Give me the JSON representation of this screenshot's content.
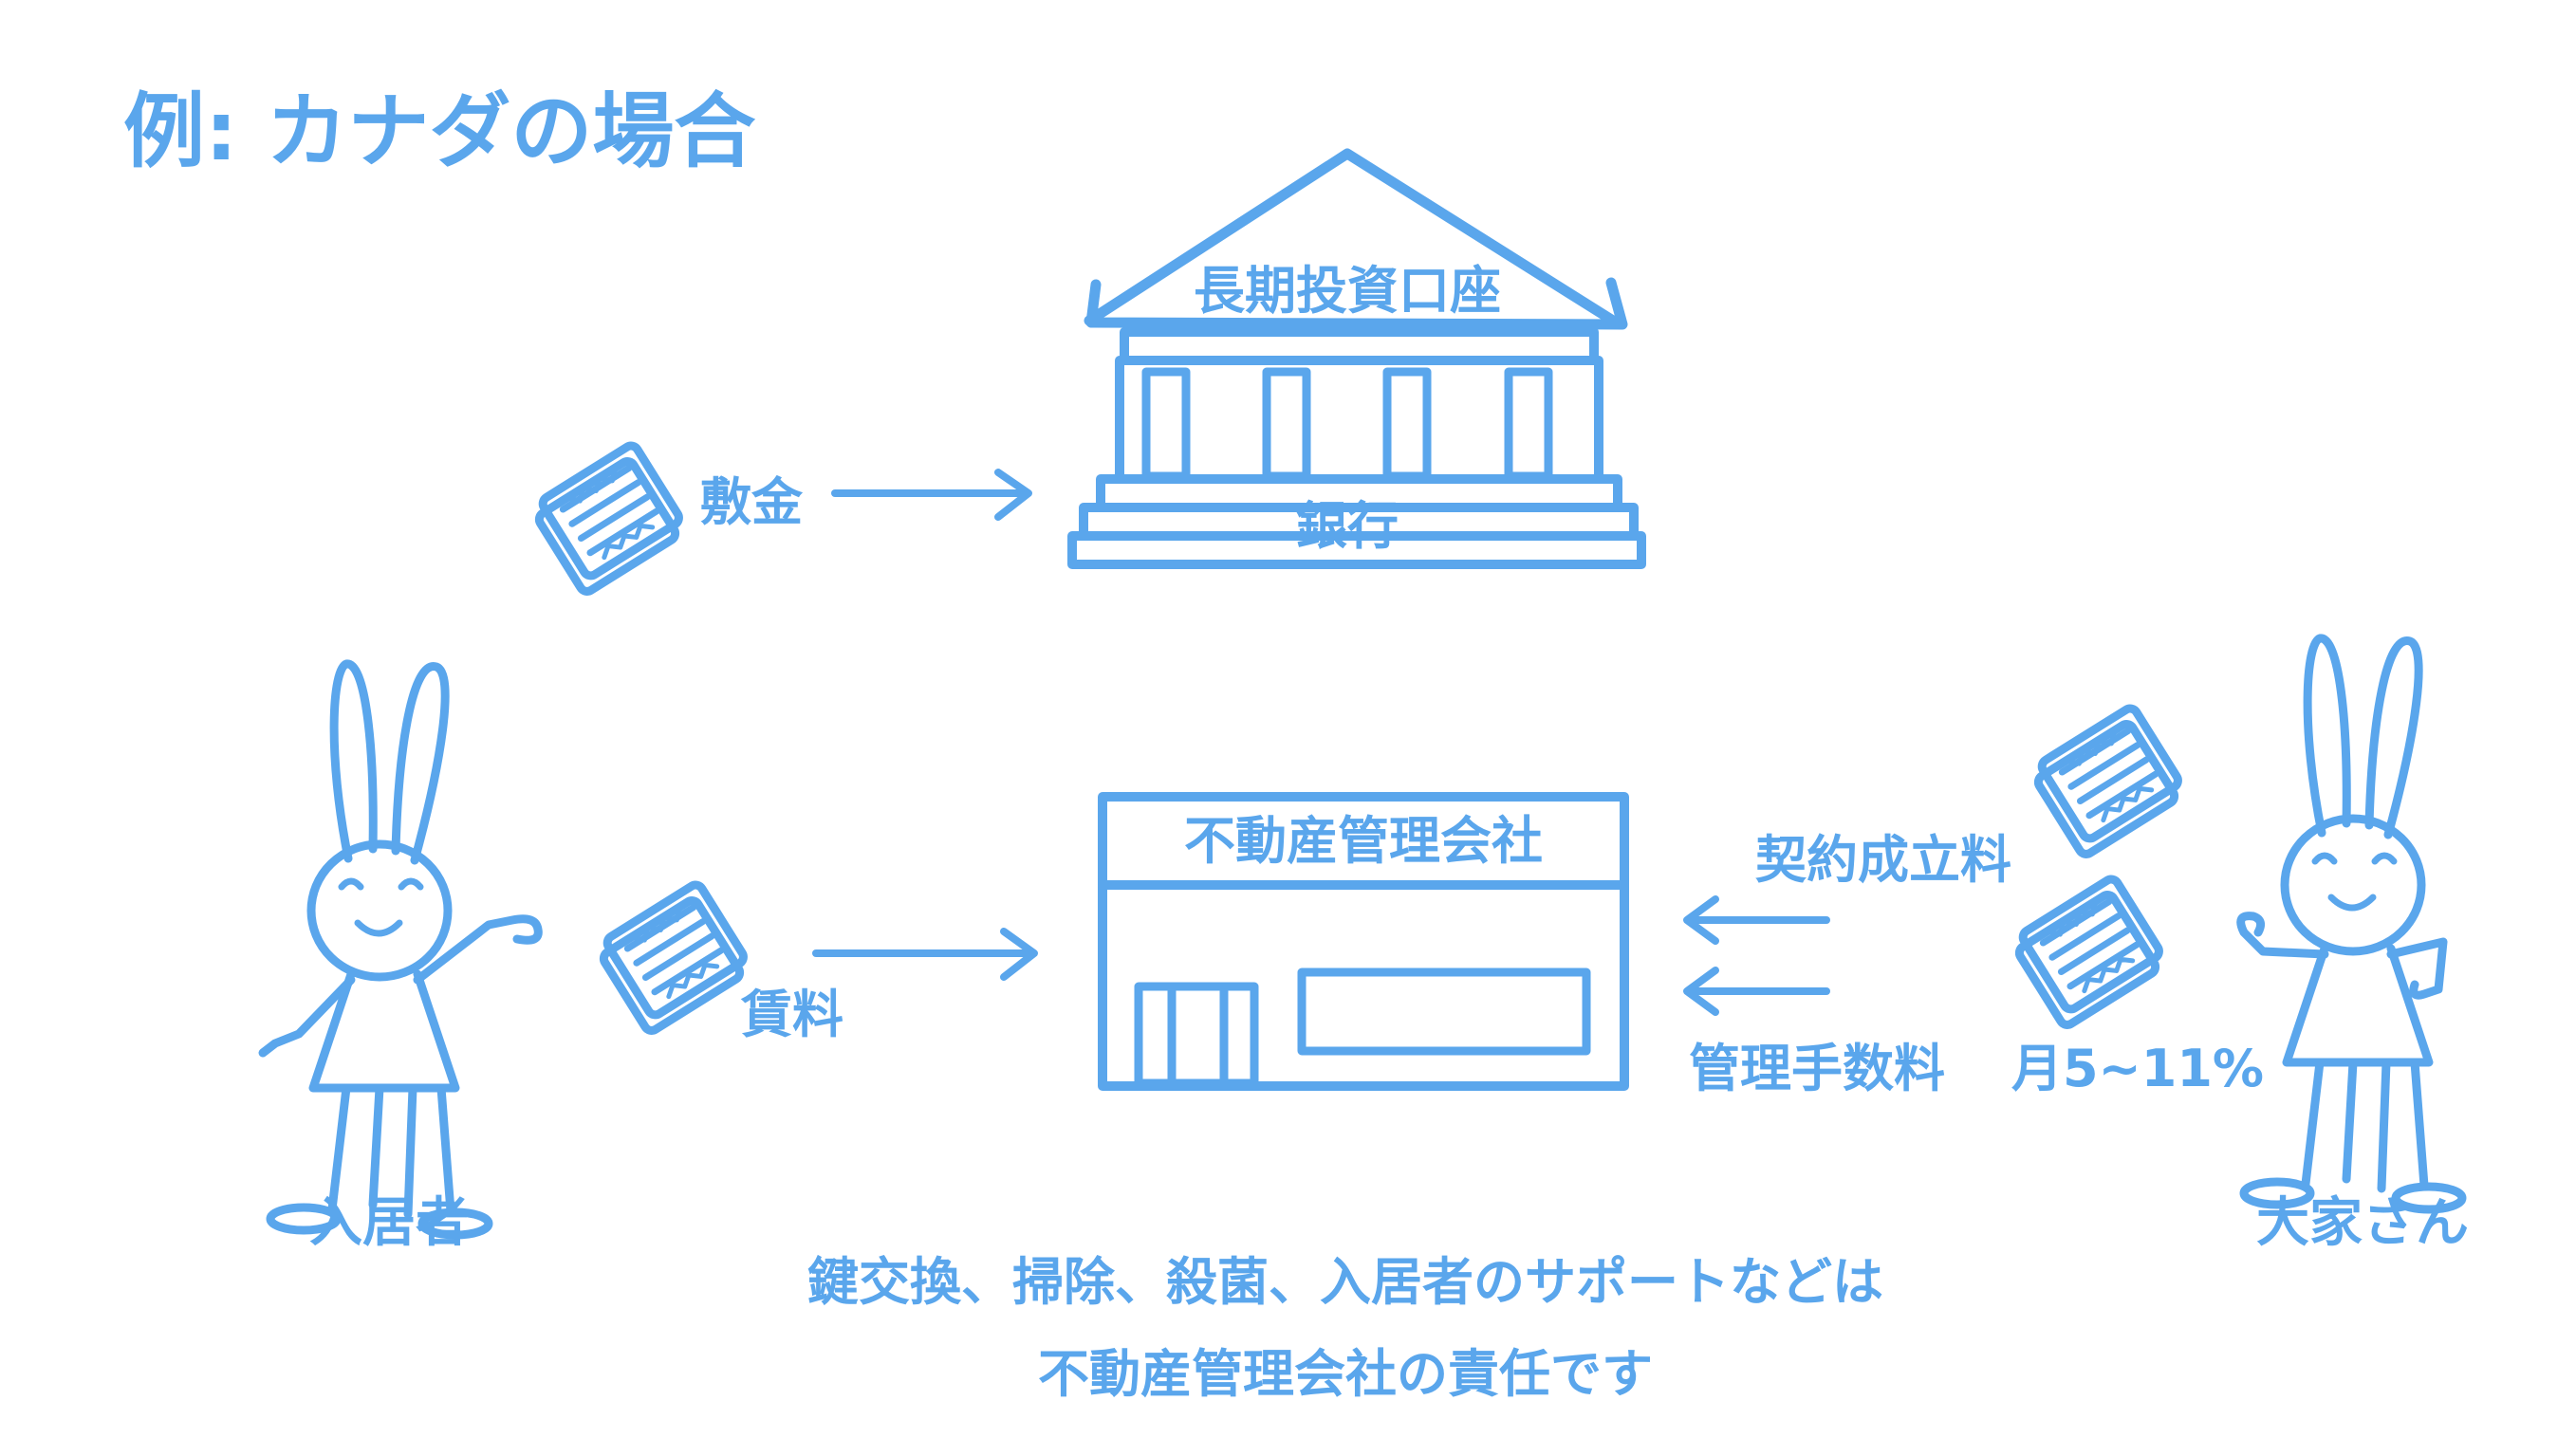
{
  "title": "例: カナダの場合",
  "bank": {
    "top_label": "長期投資口座",
    "bottom_label": "銀行"
  },
  "deposit": {
    "label": "敷金"
  },
  "company": {
    "label": "不動産管理会社"
  },
  "tenant": {
    "label": "入居者"
  },
  "rent": {
    "label": "賃料"
  },
  "landlord": {
    "label": "大家さん"
  },
  "fees": {
    "contract": "契約成立料",
    "management": "管理手数料",
    "rate": "月5~11%"
  },
  "footnote": {
    "line1": "鍵交換、掃除、殺菌、入居者のサポートなどは",
    "line2": "不動産管理会社の責任です"
  },
  "colors": {
    "accent": "#5aa6ec",
    "background": "#ffffff"
  }
}
